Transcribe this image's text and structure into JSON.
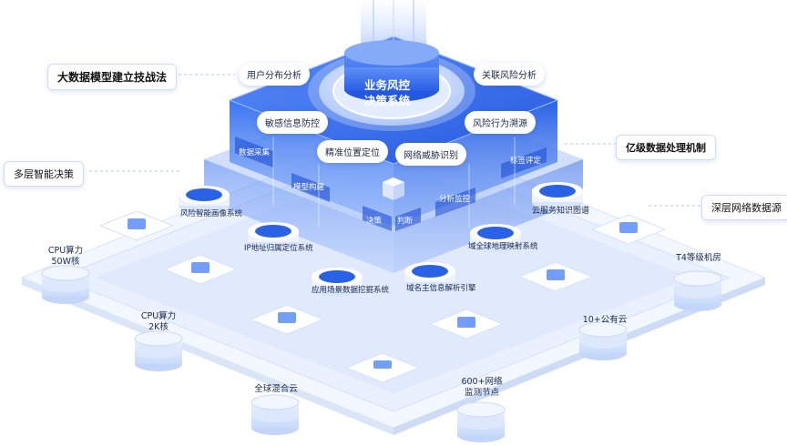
{
  "core": {
    "title_line1": "业务风控",
    "title_line2": "决策系统"
  },
  "top_pills": {
    "user_distribution": "用户分布分析",
    "association_risk": "关联风险分析",
    "sensitive_info": "敏感信息防控",
    "risk_behavior": "风险行为溯源",
    "precise_location": "精准位置定位",
    "network_threat": "网络威胁识别"
  },
  "side_faces": {
    "data_collection": "数据采集",
    "model_building": "模型构建",
    "decision": "决策",
    "judgment": "判断",
    "analysis_monitor": "分析监控",
    "tag_evaluation": "标签评定"
  },
  "engines": {
    "risk_profile": "风险智能画像系统",
    "ip_location": "IP地址归属定位系统",
    "domain_mapping": "域全球地理映射系统",
    "cloud_graph": "云服务知识图谱",
    "scenario_mining": "应用场景数据挖掘系统",
    "domain_parse": "域名主信息解析引擎"
  },
  "callouts": {
    "big_data_model": "大数据模型建立技战法",
    "multi_layer": "多层智能决策",
    "billion_processing": "亿级数据处理机制",
    "deep_network_source": "深层网络数据源"
  },
  "infrastructure": {
    "cpu_50w_line1": "CPU算力",
    "cpu_50w_line2": "50W核",
    "cpu_2k_line1": "CPU算力",
    "cpu_2k_line2": "2K核",
    "global_hybrid_cloud": "全球混合云",
    "monitoring_nodes_line1": "600+网络",
    "monitoring_nodes_line2": "监测节点",
    "public_cloud": "10+公有云",
    "t4_datacenter": "T4等级机房"
  },
  "colors": {
    "primary_blue": "#2f6df0",
    "deep_blue": "#1a4fd0",
    "light_blue": "#e7effd",
    "platform_white": "#f4f8ff"
  }
}
